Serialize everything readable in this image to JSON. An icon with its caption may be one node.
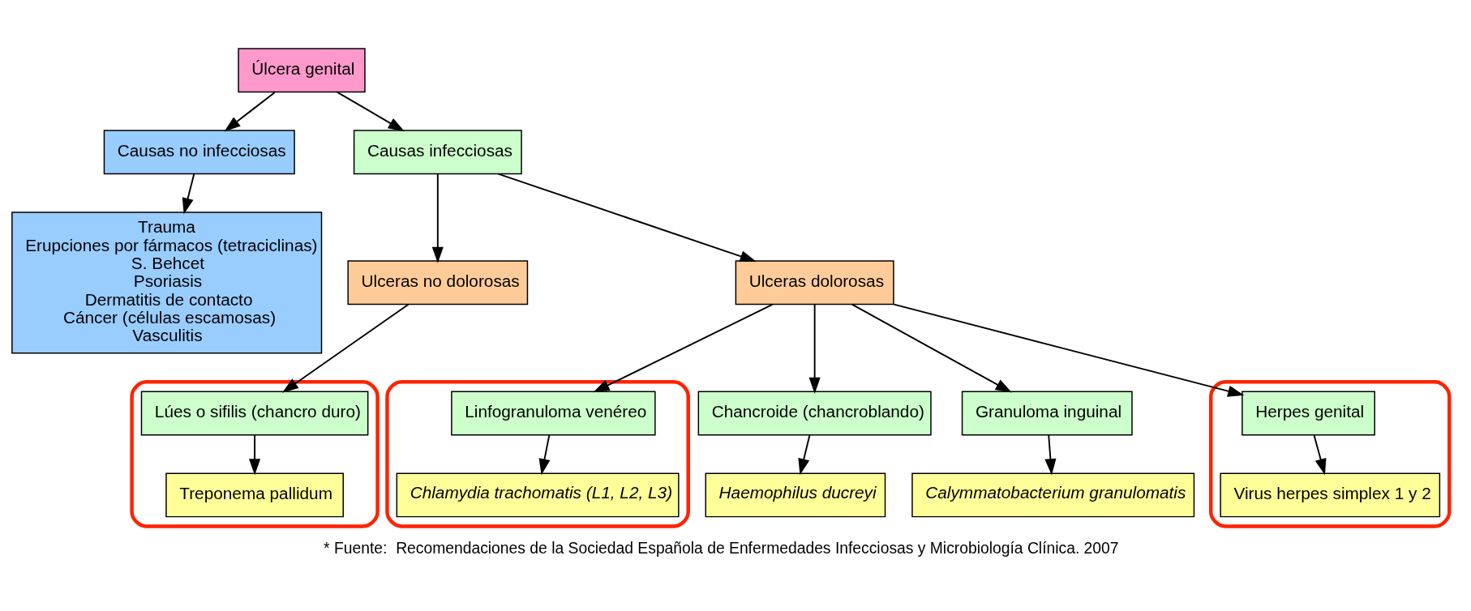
{
  "diagram": {
    "caption": "* Fuente:  Recomendaciones de la Sociedad Española de Enfermedades Infecciosas y Microbiología Clínica. 2007",
    "nodes": [
      {
        "text": [
          "Úlcera genital"
        ]
      },
      {
        "text": [
          "Causas no infecciosas"
        ]
      },
      {
        "text": [
          "Trauma",
          "Erupciones por fármacos (tetraciclinas)",
          "S. Behcet",
          "Psoriasis",
          "Dermatitis de contacto",
          "Cáncer (células escamosas)",
          "Vasculitis"
        ]
      },
      {
        "text": [
          "Causas infecciosas"
        ]
      },
      {
        "text": [
          "Ulceras dolorosas"
        ]
      },
      {
        "text": [
          "Ulceras no dolorosas"
        ]
      },
      {
        "text": [
          "Chancroide (chancroblando)"
        ]
      },
      {
        "text": [
          "Granuloma inguinal"
        ]
      },
      {
        "text": [],
        "shape": "ellipse"
      },
      {
        "text": [
          "Herpes genital"
        ],
        "in": 8
      },
      {
        "text": [],
        "shape": "ellipse"
      },
      {
        "text": [
          "Linfogranuloma venéreo"
        ],
        "in": 10
      },
      {
        "text": [],
        "shape": "ellipse"
      },
      {
        "text": [
          "Lúes o sifilis (chancro duro)"
        ],
        "in": 12
      },
      {
        "text": [
          "Haemophilus ducreyi"
        ]
      },
      {
        "text": [
          "Calymmatobacterium granulomatis"
        ]
      },
      {
        "text": [
          "Virus herpes simplex 1 y 2"
        ],
        "in": 8
      },
      {
        "text": [
          "Chlamydia trachomatis (L1, L2, L3)"
        ],
        "in": 10
      },
      {
        "text": [
          "Treponema pallidum"
        ],
        "in": 12
      }
    ],
    "edges": [
      {
        "from": 0,
        "to": 1,
        "arrow": "to"
      },
      {
        "from": 0,
        "to": 3,
        "arrow": "to"
      },
      {
        "from": 1,
        "to": 2,
        "arrow": "to"
      },
      {
        "from": 3,
        "to": 4,
        "arrow": "to"
      },
      {
        "from": 3,
        "to": 5,
        "arrow": "to"
      },
      {
        "from": 4,
        "to": 6,
        "arrow": "to"
      },
      {
        "from": 4,
        "to": 7,
        "arrow": "to"
      },
      {
        "from": 4,
        "to": 9,
        "arrow": "to"
      },
      {
        "from": 4,
        "to": 11,
        "arrow": "to"
      },
      {
        "from": 5,
        "to": 13,
        "arrow": "to"
      },
      {
        "from": 6,
        "to": 14,
        "arrow": "to"
      },
      {
        "from": 7,
        "to": 15,
        "arrow": "to"
      },
      {
        "from": 9,
        "to": 16,
        "arrow": "to"
      },
      {
        "from": 11,
        "to": 17,
        "arrow": "to"
      },
      {
        "from": 13,
        "to": 18,
        "arrow": "to"
      }
    ]
  }
}
